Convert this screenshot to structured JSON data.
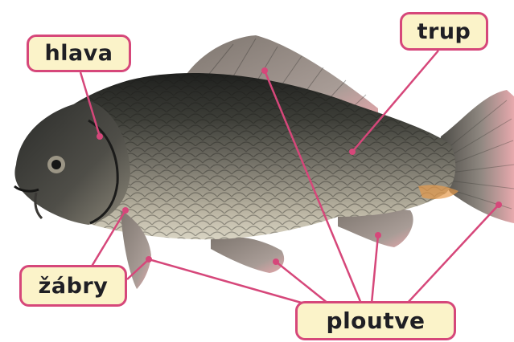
{
  "labels": {
    "head": "hlava",
    "body": "trup",
    "gills": "žábry",
    "fins": "ploutve"
  },
  "colors": {
    "leader_line": "#d6477a",
    "label_fill": "#fbf3c9",
    "label_border": "#d6477a",
    "fish_body": "#6f6c62",
    "fish_back": "#2b2c2a",
    "fish_belly": "#cfc9b6",
    "fins": "#9a8f86",
    "fin_tips": "#e7a2a7"
  },
  "icons": {
    "illustration": "carp-fish-illustration"
  }
}
